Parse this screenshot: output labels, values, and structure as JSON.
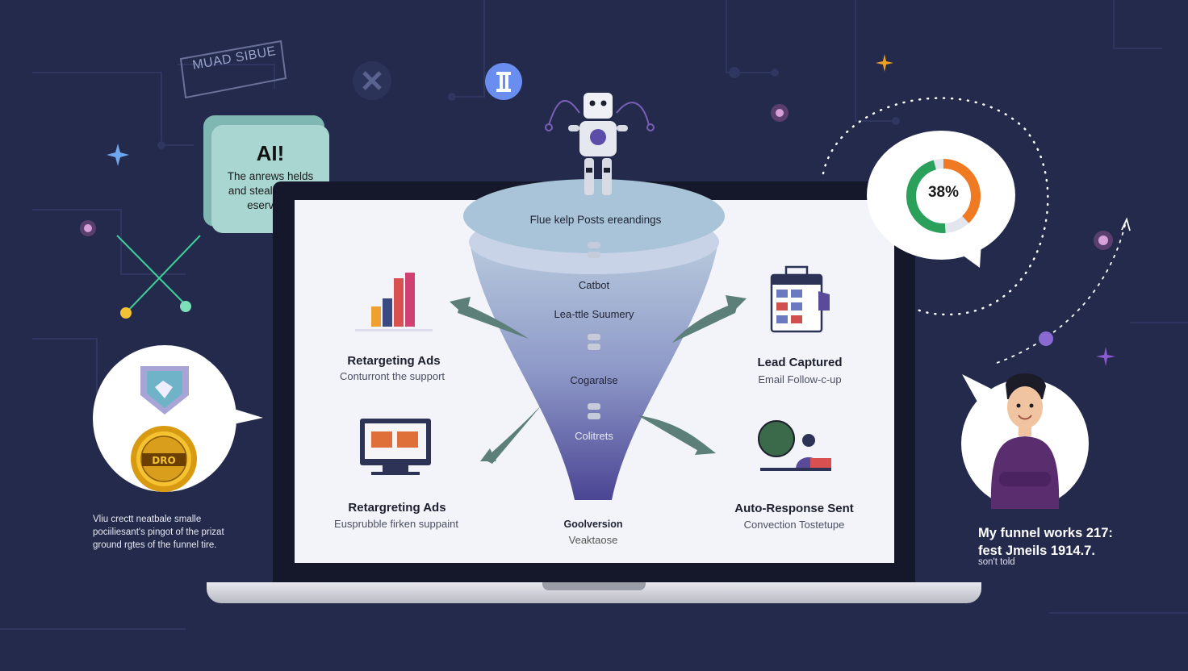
{
  "sign": {
    "text": "MUAD SIBUE"
  },
  "ai_bubble": {
    "title": "AI!",
    "text": "The anrews helds and steall utsisee eservice?"
  },
  "funnel": {
    "top_label": "Flue kelp Posts ereandings",
    "stages": [
      "Catbot",
      "Lea-ttle Suumery",
      "Cogaralse",
      "Colitrets"
    ],
    "bottom_title": "Goolversion",
    "bottom_sub": "Veaktaose"
  },
  "nodes": {
    "top_left": {
      "title": "Retargeting Ads",
      "sub": "Conturront the support"
    },
    "bottom_left": {
      "title": "Retargreting Ads",
      "sub": "Eusprubble firken suppaint"
    },
    "top_right": {
      "title": "Lead Captured",
      "sub": "Email Follow-c-up"
    },
    "bottom_right": {
      "title": "Auto-Response Sent",
      "sub": "Convection Tostetupe"
    }
  },
  "gauge": {
    "label": "38%",
    "value": 38
  },
  "badge": {
    "text": "DRO"
  },
  "left_caption": "Vliu crectt neatbale smalle pociiliesant's pingot of the prizat ground rgtes of the funnel tire.",
  "right_caption": {
    "main": "My funnel works 217: fest Jmeils 1914.7.",
    "sub": "son't told"
  },
  "colors": {
    "background": "#232a4c",
    "screen": "#f2f4f9",
    "funnel": "#6e77b0",
    "arrow": "#5d7f7a",
    "gauge_green": "#2aa05a",
    "gauge_orange": "#f07a22",
    "ai_bubble": "#a9d6d1"
  },
  "icons": [
    "robot-icon",
    "bar-chart-icon",
    "monitor-icon",
    "calendar-icon",
    "person-chat-icon",
    "shield-icon",
    "gold-badge-icon",
    "sparkle-icon",
    "x-icon",
    "bars-icon"
  ]
}
